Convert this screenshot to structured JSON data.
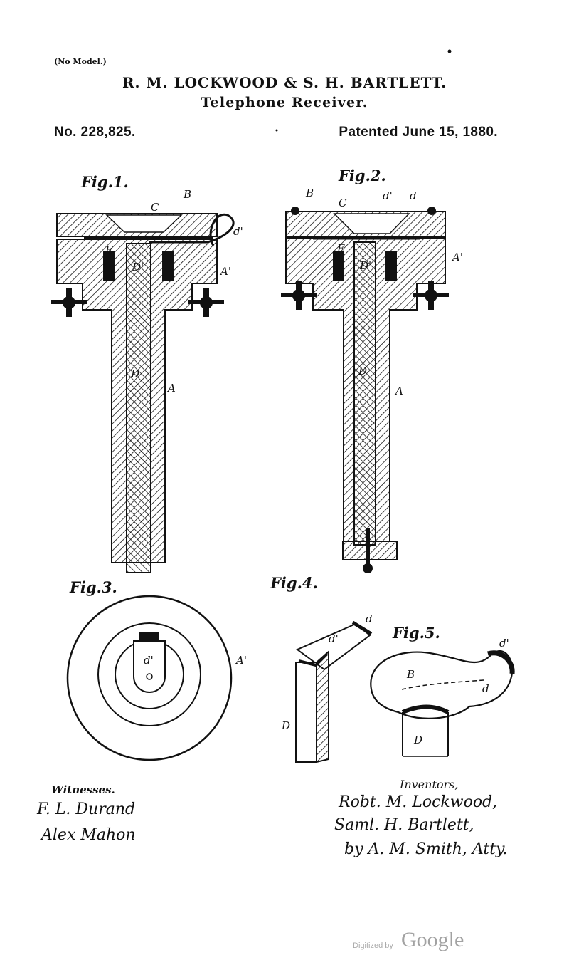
{
  "header": {
    "no_model": "(No Model.)",
    "inventors": "R. M. LOCKWOOD & S. H. BARTLETT.",
    "subject": "Telephone Receiver.",
    "patent_number": "No. 228,825.",
    "patent_date": "Patented June 15, 1880."
  },
  "figures": {
    "fig1": {
      "label": "Fig.1.",
      "letters": [
        "B",
        "C",
        "d'",
        "E",
        "D'",
        "A'",
        "D",
        "A"
      ]
    },
    "fig2": {
      "label": "Fig.2.",
      "letters": [
        "B",
        "C",
        "d'",
        "d",
        "E",
        "D'",
        "A'",
        "D",
        "A"
      ]
    },
    "fig3": {
      "label": "Fig.3.",
      "letters": [
        "d'",
        "A'"
      ]
    },
    "fig4": {
      "label": "Fig.4.",
      "letters": [
        "d",
        "d'",
        "D"
      ]
    },
    "fig5": {
      "label": "Fig.5.",
      "letters": [
        "d'",
        "B",
        "d",
        "D"
      ]
    }
  },
  "witnesses": {
    "title": "Witnesses.",
    "names": [
      "F. L. Durand",
      "Alex Mahon"
    ]
  },
  "inventors_block": {
    "title": "Inventors,",
    "lines": [
      "Robt. M. Lockwood,",
      "Saml. H. Bartlett,",
      "by A. M. Smith, Atty."
    ]
  },
  "footer": {
    "digitized": "Digitized by",
    "brand": "Google"
  },
  "colors": {
    "ink": "#111111",
    "watermark": "#a2a2a2"
  }
}
